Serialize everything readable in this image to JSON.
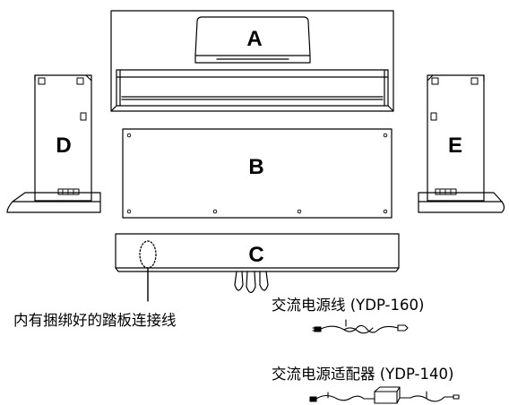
{
  "parts": {
    "a": {
      "letter": "A"
    },
    "b": {
      "letter": "B"
    },
    "c": {
      "letter": "C"
    },
    "d": {
      "letter": "D"
    },
    "e": {
      "letter": "E"
    }
  },
  "captions": {
    "pedal_cord": "内有捆绑好的踏板连接线",
    "ac_power_cord": "交流电源线 (YDP-160)",
    "ac_adaptor": "交流电源适配器 (YDP-140)"
  }
}
